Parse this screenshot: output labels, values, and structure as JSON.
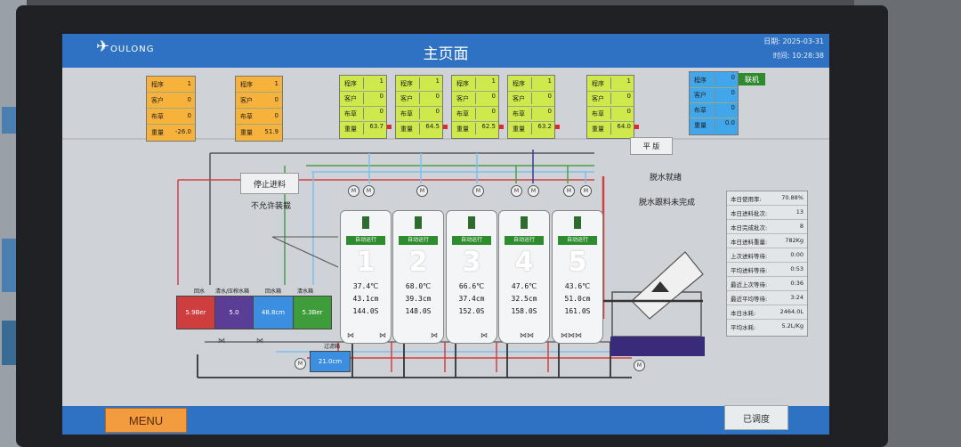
{
  "header": {
    "title": "主页面",
    "logo": "OULONG",
    "date": "日期: 2025-03-31",
    "time": "时间: 10:28:38"
  },
  "footer": {
    "menu": "MENU",
    "back": "已调度"
  },
  "panels_orange": [
    {
      "rows": [
        {
          "k": "程序",
          "v": "1"
        },
        {
          "k": "客户",
          "v": "0"
        },
        {
          "k": "布草",
          "v": "0"
        },
        {
          "k": "重量",
          "v": "-26.0"
        }
      ]
    },
    {
      "rows": [
        {
          "k": "程序",
          "v": "1"
        },
        {
          "k": "客户",
          "v": "0"
        },
        {
          "k": "布草",
          "v": "0"
        },
        {
          "k": "重量",
          "v": "51.9"
        }
      ]
    }
  ],
  "panels_green": [
    {
      "rows": [
        {
          "k": "程序",
          "v": "1"
        },
        {
          "k": "客户",
          "v": "0"
        },
        {
          "k": "布草",
          "v": "0"
        },
        {
          "k": "重量",
          "v": "63.7"
        }
      ]
    },
    {
      "rows": [
        {
          "k": "程序",
          "v": "1"
        },
        {
          "k": "客户",
          "v": "0"
        },
        {
          "k": "布草",
          "v": "0"
        },
        {
          "k": "重量",
          "v": "64.5"
        }
      ]
    },
    {
      "rows": [
        {
          "k": "程序",
          "v": "1"
        },
        {
          "k": "客户",
          "v": "0"
        },
        {
          "k": "布草",
          "v": "0"
        },
        {
          "k": "重量",
          "v": "62.5"
        }
      ]
    },
    {
      "rows": [
        {
          "k": "程序",
          "v": "1"
        },
        {
          "k": "客户",
          "v": "0"
        },
        {
          "k": "布草",
          "v": "0"
        },
        {
          "k": "重量",
          "v": "63.2"
        }
      ]
    },
    {
      "rows": [
        {
          "k": "程序",
          "v": "1"
        },
        {
          "k": "客户",
          "v": "0"
        },
        {
          "k": "布草",
          "v": "0"
        },
        {
          "k": "重量",
          "v": "64.0"
        }
      ]
    }
  ],
  "panel_blue": {
    "rows": [
      {
        "k": "程序",
        "v": "0"
      },
      {
        "k": "客户",
        "v": "0"
      },
      {
        "k": "布草",
        "v": "0"
      },
      {
        "k": "重量",
        "v": "0.0"
      }
    ],
    "link": "联机"
  },
  "buttons": {
    "stop_feed": "停止进料",
    "ping": "平 版"
  },
  "status": {
    "no_load": "不允许装载",
    "dewater_ready": "脱水就绪",
    "dewater_unfinished": "脱水跟料未完成"
  },
  "tanks": [
    {
      "label": "回水",
      "value": "5.9Ber",
      "color": "#cf3e3e"
    },
    {
      "label": "清水/压榨水箱",
      "value": "5.0",
      "color": "#5a3e95"
    },
    {
      "label": "回水箱",
      "value": "48.8cm",
      "color": "#3c8fe0"
    },
    {
      "label": "清水箱",
      "value": "5.3Ber",
      "color": "#3f9c3a"
    }
  ],
  "buffer_tank": {
    "label": "过滤箱",
    "value": "21.0cm"
  },
  "chambers": [
    {
      "num": "1",
      "status": "自动运行",
      "temp": "37.4℃",
      "level": "43.1cm",
      "time": "144.0S"
    },
    {
      "num": "2",
      "status": "自动运行",
      "temp": "68.0℃",
      "level": "39.3cm",
      "time": "148.0S"
    },
    {
      "num": "3",
      "status": "自动运行",
      "temp": "66.6℃",
      "level": "37.4cm",
      "time": "152.0S"
    },
    {
      "num": "4",
      "status": "自动运行",
      "temp": "47.6℃",
      "level": "32.5cm",
      "time": "158.0S"
    },
    {
      "num": "5",
      "status": "自动运行",
      "temp": "43.6℃",
      "level": "51.0cm",
      "time": "161.0S"
    }
  ],
  "stats": [
    {
      "k": "本日使用率:",
      "v": "70.88%"
    },
    {
      "k": "本日进料批次:",
      "v": "13"
    },
    {
      "k": "本日完成批次:",
      "v": "8"
    },
    {
      "k": "本日进料重量:",
      "v": "782Kg"
    },
    {
      "k": "上次进料等待:",
      "v": "0:00"
    },
    {
      "k": "平均进料等待:",
      "v": "0:53"
    },
    {
      "k": "最近上次等待:",
      "v": "0:36"
    },
    {
      "k": "最近平均等待:",
      "v": "3:24"
    },
    {
      "k": "本日水耗:",
      "v": "2464.0L"
    },
    {
      "k": "平均水耗:",
      "v": "5.2L/Kg"
    }
  ]
}
